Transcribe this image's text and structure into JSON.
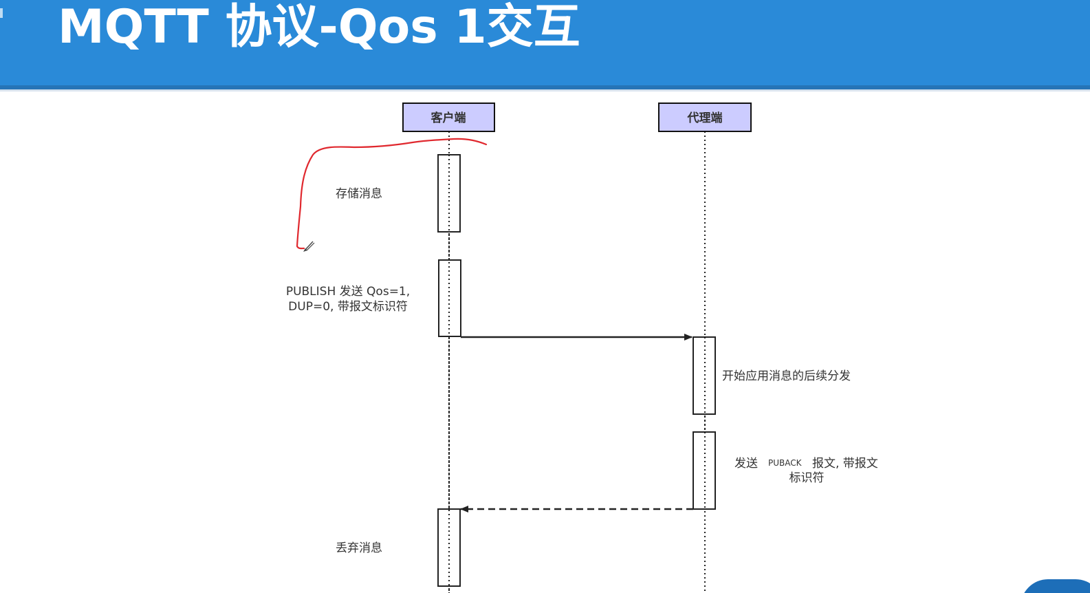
{
  "slide": {
    "title": "MQTT 协议-Qos 1交互"
  },
  "participants": [
    {
      "id": "client",
      "label": "客户端"
    },
    {
      "id": "broker",
      "label": "代理端"
    }
  ],
  "notes": {
    "store": "存储消息",
    "publish_line1": "PUBLISH 发送 Qos=1,",
    "publish_line2": "DUP=0, 带报文标识符",
    "broker_process": "开始应用消息的后续分发",
    "puback_prefix": "发送",
    "puback_name": "PUBACK",
    "puback_suffix": "报文, 带报文",
    "puback_line2": "标识符",
    "discard": "丢弃消息"
  },
  "messages": [
    {
      "from": "client",
      "to": "broker",
      "style": "solid",
      "description": "PUBLISH"
    },
    {
      "from": "broker",
      "to": "client",
      "style": "dashed",
      "description": "PUBACK"
    }
  ],
  "colors": {
    "header": "#2a8ad8",
    "participant_fill": "#ccccff",
    "annotation_red": "#e0282e",
    "line": "#222222"
  }
}
